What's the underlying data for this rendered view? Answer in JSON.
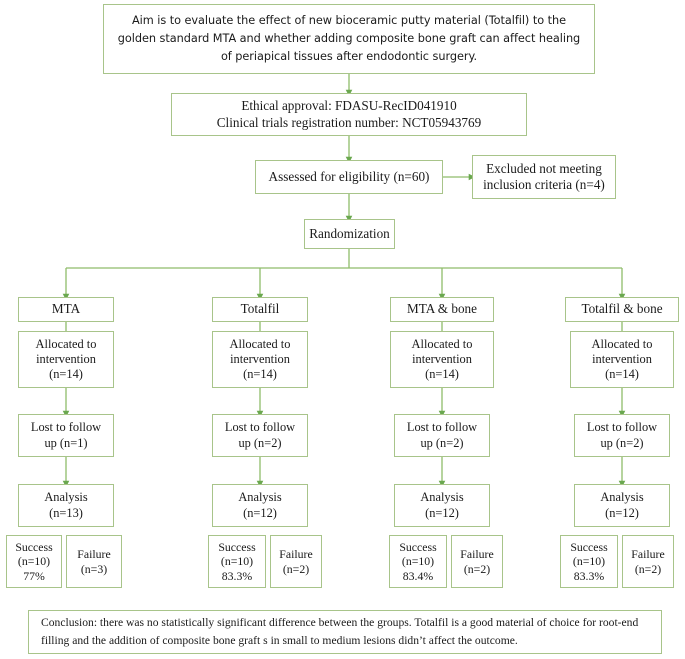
{
  "diagram": {
    "title": "CONSORT-style randomized clinical trial flow diagram",
    "accent_color": "#a8c48a",
    "arrow_color": "#6aa84f",
    "text_color": "#1a1a1a",
    "background": "#ffffff"
  },
  "aim": {
    "text": "Aim is to evaluate the effect of new bioceramic putty material (Totalfil) to the golden standard MTA and whether adding composite bone graft can affect healing of periapical tissues after endodontic surgery."
  },
  "approval": {
    "text": "Ethical approval: FDASU-RecID041910\nClinical trials registration number: NCT05943769"
  },
  "eligibility": {
    "text": "Assessed for eligibility (n=60)"
  },
  "excluded": {
    "text": "Excluded not meeting\ninclusion criteria (n=4)"
  },
  "randomization": {
    "text": "Randomization"
  },
  "arms": [
    {
      "name": "MTA",
      "group_label": "MTA",
      "allocated": "Allocated to\nintervention\n(n=14)",
      "lost": "Lost to follow\nup (n=1)",
      "analysis": "Analysis\n(n=13)",
      "success": "Success\n(n=10)\n77%",
      "failure": "Failure\n(n=3)"
    },
    {
      "name": "Totalfil",
      "group_label": "Totalfil",
      "allocated": "Allocated to\nintervention\n(n=14)",
      "lost": "Lost to follow\nup (n=2)",
      "analysis": "Analysis\n(n=12)",
      "success": "Success\n(n=10)\n83.3%",
      "failure": "Failure\n(n=2)"
    },
    {
      "name": "MTA & bone",
      "group_label": "MTA & bone",
      "allocated": "Allocated to\nintervention\n(n=14)",
      "lost": "Lost to follow\nup (n=2)",
      "analysis": "Analysis\n(n=12)",
      "success": "Success\n(n=10)\n83.4%",
      "failure": "Failure\n(n=2)"
    },
    {
      "name": "Totalfil & bone",
      "group_label": "Totalfil & bone",
      "allocated": "Allocated to\nintervention\n(n=14)",
      "lost": "Lost to follow\nup (n=2)",
      "analysis": "Analysis\n(n=12)",
      "success": "Success\n(n=10)\n83.3%",
      "failure": "Failure\n(n=2)"
    }
  ],
  "conclusion": {
    "text": "Conclusion: there was no statistically significant difference between the groups. Totalfil is a good material of choice for root-end filling and the addition of composite bone graft s in small to medium lesions didn’t affect the outcome."
  }
}
